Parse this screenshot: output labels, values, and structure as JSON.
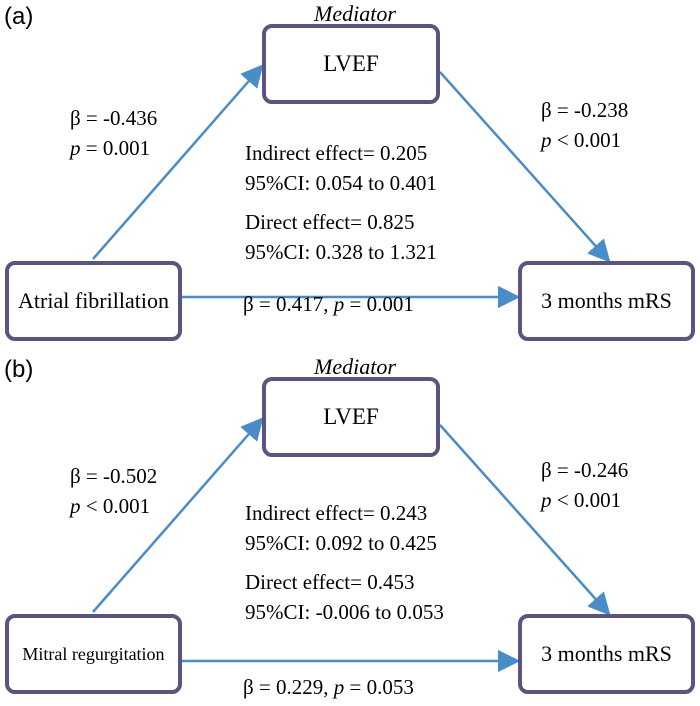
{
  "panels": [
    {
      "label": "(a)",
      "mediator_title": "Mediator",
      "mediator": "LVEF",
      "exposure": "Atrial fibrillation",
      "outcome": "3 months mRS",
      "path_a": {
        "beta": "β = -0.436",
        "p_symbol": "p",
        "p_value": " = 0.001"
      },
      "path_b": {
        "beta": "β = -0.238",
        "p_symbol": "p",
        "p_value": " < 0.001"
      },
      "indirect": {
        "effect": "Indirect effect= 0.205",
        "ci": "95%CI: 0.054 to 0.401"
      },
      "direct": {
        "effect": "Direct effect= 0.825",
        "ci": "95%CI: 0.328 to 1.321"
      },
      "path_c": {
        "beta": "β = 0.417, ",
        "p_symbol": "p",
        "p_value": " = 0.001"
      }
    },
    {
      "label": "(b)",
      "mediator_title": "Mediator",
      "mediator": "LVEF",
      "exposure": "Mitral regurgitation",
      "outcome": "3 months mRS",
      "path_a": {
        "beta": "β = -0.502",
        "p_symbol": "p",
        "p_value": " < 0.001"
      },
      "path_b": {
        "beta": "β = -0.246",
        "p_symbol": "p",
        "p_value": " < 0.001"
      },
      "indirect": {
        "effect": "Indirect effect= 0.243",
        "ci": "95%CI: 0.092 to 0.425"
      },
      "direct": {
        "effect": "Direct effect= 0.453",
        "ci": "95%CI: -0.006 to 0.053"
      },
      "path_c": {
        "beta": "β = 0.229, ",
        "p_symbol": "p",
        "p_value": " = 0.053"
      }
    }
  ],
  "colors": {
    "arrow": "#4a8cc8",
    "box_border": "#5b5380"
  }
}
